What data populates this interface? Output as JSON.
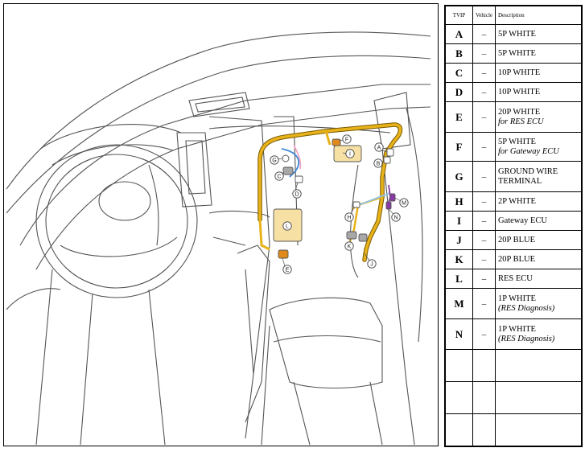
{
  "table": {
    "headers": {
      "tvip": "TVIP",
      "vehicle": "Vehicle",
      "description": "Description"
    },
    "rows": [
      {
        "tvip": "A",
        "vehicle": "–",
        "description": "5P WHITE",
        "note": ""
      },
      {
        "tvip": "B",
        "vehicle": "–",
        "description": "5P WHITE",
        "note": ""
      },
      {
        "tvip": "C",
        "vehicle": "–",
        "description": "10P WHITE",
        "note": ""
      },
      {
        "tvip": "D",
        "vehicle": "–",
        "description": "10P WHITE",
        "note": ""
      },
      {
        "tvip": "E",
        "vehicle": "–",
        "description": "20P WHITE",
        "note": "for RES ECU"
      },
      {
        "tvip": "F",
        "vehicle": "–",
        "description": "5P WHITE",
        "note": "for Gateway ECU"
      },
      {
        "tvip": "G",
        "vehicle": "–",
        "description": "GROUND WIRE TERMINAL",
        "note": ""
      },
      {
        "tvip": "H",
        "vehicle": "–",
        "description": "2P WHITE",
        "note": ""
      },
      {
        "tvip": "I",
        "vehicle": "–",
        "description": "Gateway ECU",
        "note": ""
      },
      {
        "tvip": "J",
        "vehicle": "–",
        "description": "20P BLUE",
        "note": ""
      },
      {
        "tvip": "K",
        "vehicle": "–",
        "description": "20P BLUE",
        "note": ""
      },
      {
        "tvip": "L",
        "vehicle": "–",
        "description": "RES ECU",
        "note": ""
      },
      {
        "tvip": "M",
        "vehicle": "–",
        "description": "1P WHITE",
        "note": "(RES Diagnosis)"
      },
      {
        "tvip": "N",
        "vehicle": "–",
        "description": "1P WHITE",
        "note": "(RES Diagnosis)"
      }
    ],
    "empty_rows": 3
  },
  "diagram": {
    "callouts": [
      "A",
      "B",
      "C",
      "D",
      "E",
      "F",
      "G",
      "H",
      "I",
      "J",
      "K",
      "L",
      "M",
      "N"
    ],
    "colors": {
      "harness": "#e8b21a",
      "harness_edge": "#7a5a00",
      "connector_orange": "#e08a1e",
      "connector_grey": "#a8a8a8",
      "ecu_fill": "#f6e0a4",
      "wire_blue": "#3c86d6",
      "wire_lightblue": "#8ec4ea",
      "wire_pink": "#f0a8c8",
      "wire_purple": "#8a3aa6",
      "line": "#555555"
    }
  }
}
